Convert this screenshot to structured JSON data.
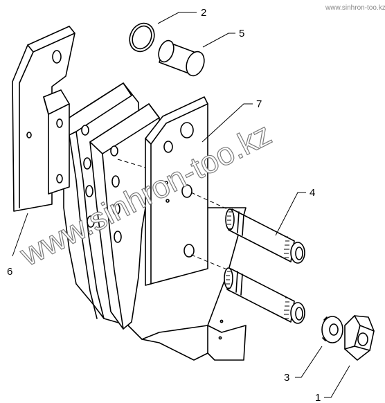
{
  "callouts": [
    {
      "number": "1"
    },
    {
      "number": "2"
    },
    {
      "number": "3"
    },
    {
      "number": "4"
    },
    {
      "number": "5"
    },
    {
      "number": "6"
    },
    {
      "number": "7"
    }
  ],
  "watermark": {
    "main": "www.sinhron-too.kz",
    "corner": "www.sinhron-too.kz"
  }
}
